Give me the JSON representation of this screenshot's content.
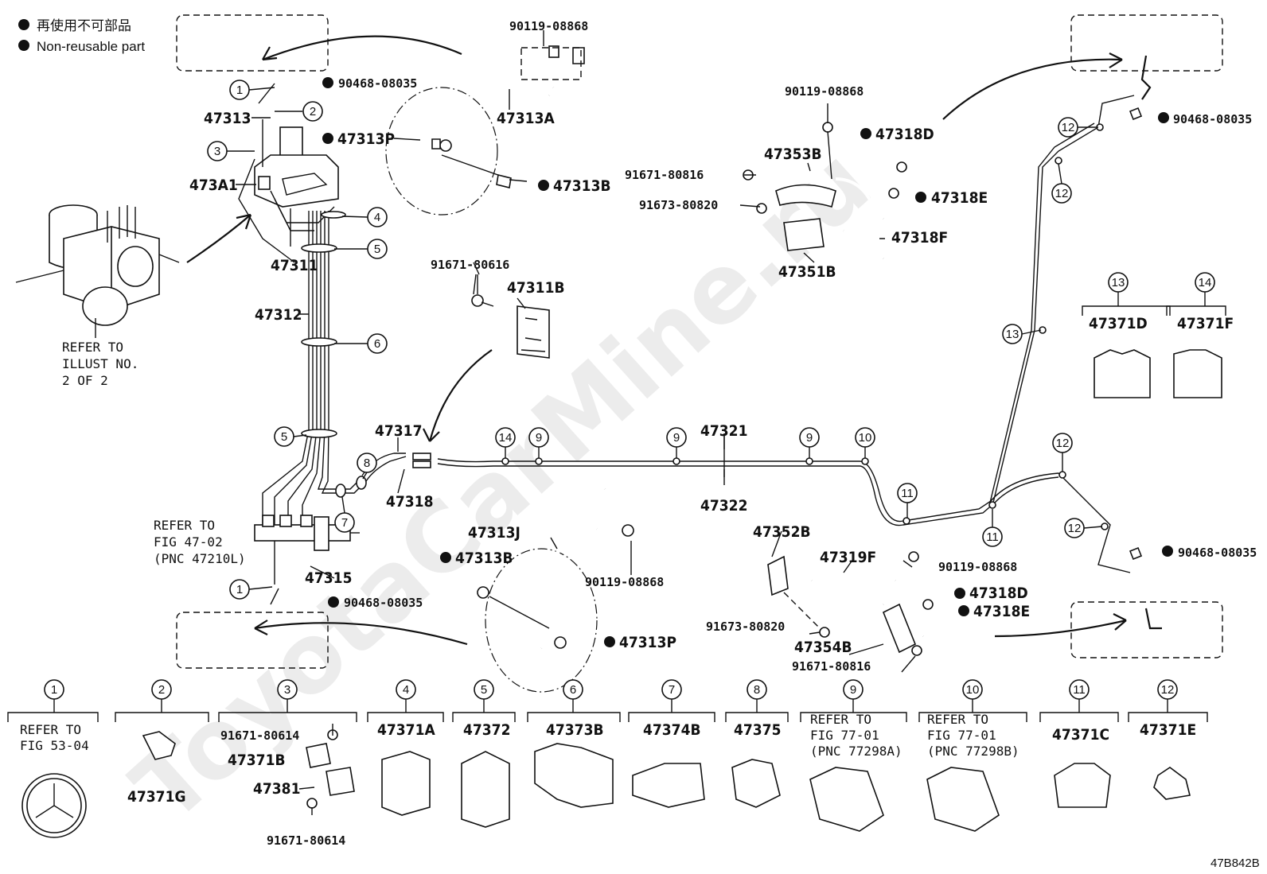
{
  "legend": {
    "jp": "再使用不可部品",
    "en": "Non-reusable part"
  },
  "figure_code": "47B842B",
  "watermark": "ToyotaCarMine.ru",
  "part_labels": {
    "p90468_08035_a": "90468-08035",
    "p47313": "47313",
    "p473A1": "473A1",
    "p47311": "47311",
    "p47312": "47312",
    "p47313P_a": "47313P",
    "p90119_08868_a": "90119-08868",
    "p47313A": "47313A",
    "p47313B_a": "47313B",
    "p91671_80616": "91671-80616",
    "p47311B": "47311B",
    "p47317": "47317",
    "p47318": "47318",
    "p47321": "47321",
    "p47322": "47322",
    "p47315": "47315",
    "p90468_08035_b": "90468-08035",
    "p47313J": "47313J",
    "p47313B_b": "47313B",
    "p90119_08868_b": "90119-08868",
    "p47313P_b": "47313P",
    "p90119_08868_c": "90119-08868",
    "p47318D_a": "47318D",
    "p47353B": "47353B",
    "p91671_80816_a": "91671-80816",
    "p47318E_a": "47318E",
    "p91673_80820_a": "91673-80820",
    "p47318F": "47318F",
    "p47351B": "47351B",
    "p90468_08035_c": "90468-08035",
    "p47371D": "47371D",
    "p47371F": "47371F",
    "p47352B": "47352B",
    "p47319F": "47319F",
    "p90119_08868_d": "90119-08868",
    "p47318D_b": "47318D",
    "p47318E_b": "47318E",
    "p91673_80820_b": "91673-80820",
    "p47354B": "47354B",
    "p91671_80816_b": "91671-80816",
    "p90468_08035_d": "90468-08035"
  },
  "notes": {
    "refer_illust": [
      "REFER TO",
      "ILLUST NO.",
      "2 OF 2"
    ],
    "refer_fig47": [
      "REFER TO",
      "FIG 47-02",
      "(PNC 47210L)"
    ]
  },
  "callouts": {
    "c1": "1",
    "c2": "2",
    "c3": "3",
    "c4": "4",
    "c5": "5",
    "c6": "6",
    "c7": "7",
    "c8": "8",
    "c9": "9",
    "c10": "10",
    "c11": "11",
    "c12": "12",
    "c13": "13",
    "c14": "14"
  },
  "bottom_parts": [
    {
      "num": "1",
      "lines": [
        "REFER TO",
        "FIG 53-04"
      ]
    },
    {
      "num": "2",
      "lines": [
        "47371G"
      ]
    },
    {
      "num": "3",
      "lines": [
        "91671-80614",
        "47371B",
        "47381",
        "91671-80614"
      ]
    },
    {
      "num": "4",
      "lines": [
        "47371A"
      ]
    },
    {
      "num": "5",
      "lines": [
        "47372"
      ]
    },
    {
      "num": "6",
      "lines": [
        "47373B"
      ]
    },
    {
      "num": "7",
      "lines": [
        "47374B"
      ]
    },
    {
      "num": "8",
      "lines": [
        "47375"
      ]
    },
    {
      "num": "9",
      "lines": [
        "REFER TO",
        "FIG 77-01",
        "(PNC 77298A)"
      ]
    },
    {
      "num": "10",
      "lines": [
        "REFER TO",
        "FIG 77-01",
        "(PNC 77298B)"
      ]
    },
    {
      "num": "11",
      "lines": [
        "47371C"
      ]
    },
    {
      "num": "12",
      "lines": [
        "47371E"
      ]
    }
  ],
  "colors": {
    "line": "#111111",
    "background": "#ffffff"
  }
}
